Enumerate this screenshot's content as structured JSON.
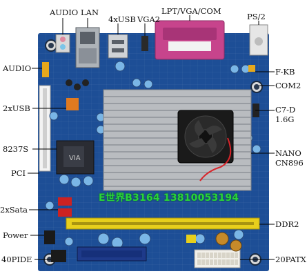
{
  "labels": {
    "audio_top": "AUDIO",
    "lan": "LAN",
    "usb4": "4xUSB",
    "vga2": "VGA2",
    "lpt": "LPT/VGA/COM",
    "ps2": "PS/2",
    "audio_left": "AUDIO",
    "fkb": "F-KB",
    "com2": "COM2",
    "usb2": "2xUSB",
    "c7d": "C7-D",
    "ghz": "1.6G",
    "chip8237": "8237S",
    "nano": "NANO",
    "cn896": "CN896",
    "pci": "PCI",
    "sata": "2xSata",
    "ddr2": "DDR2",
    "power": "Power",
    "ide": "40PIDE",
    "patx": "20PATX"
  },
  "watermark": "E世界B3164  13810053194",
  "colors": {
    "board": "#1d4e96",
    "heatsink": "#b9bcc0",
    "fan": "#1a1a1a",
    "lpt_port": "#c7448c",
    "dimm_slot": "#e7cf1c",
    "sata": "#cc2222",
    "ide": "#1e3a8a",
    "watermark": "#28d43a"
  }
}
